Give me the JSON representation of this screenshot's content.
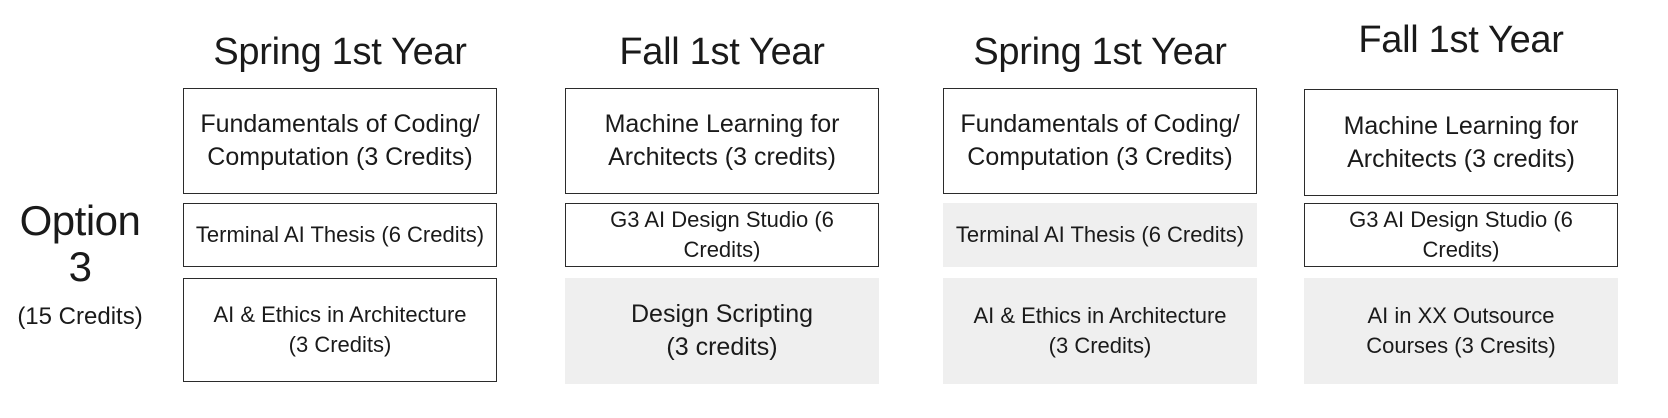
{
  "option": {
    "title": "Option 3",
    "credits": "(15 Credits)"
  },
  "columns": [
    {
      "title": "Spring 1st Year",
      "courses": [
        {
          "label": "Fundamentals of Coding/\nComputation (3 Credits)",
          "style": "boxed"
        },
        {
          "label": "Terminal AI Thesis (6 Credits)",
          "style": "boxed"
        },
        {
          "label": "AI & Ethics in Architecture\n(3 Credits)",
          "style": "boxed"
        }
      ]
    },
    {
      "title": "Fall 1st Year",
      "courses": [
        {
          "label": "Machine Learning for\nArchitects (3 credits)",
          "style": "boxed"
        },
        {
          "label": "G3 AI Design Studio (6 Credits)",
          "style": "boxed"
        },
        {
          "label": "Design Scripting\n(3 credits)",
          "style": "shaded"
        }
      ]
    },
    {
      "title": "Spring 1st Year",
      "courses": [
        {
          "label": "Fundamentals of Coding/\nComputation (3 Credits)",
          "style": "boxed"
        },
        {
          "label": "Terminal AI Thesis (6 Credits)",
          "style": "shaded"
        },
        {
          "label": "AI & Ethics in Architecture\n(3 Credits)",
          "style": "shaded"
        }
      ]
    },
    {
      "title": "Fall 1st Year",
      "courses": [
        {
          "label": "Machine Learning for\nArchitects (3 credits)",
          "style": "boxed"
        },
        {
          "label": "G3 AI Design Studio (6 Credits)",
          "style": "boxed"
        },
        {
          "label": "AI in XX Outsource\nCourses (3 Cresits)",
          "style": "shaded"
        }
      ]
    }
  ],
  "colors": {
    "border": "#2b2b2b",
    "shaded_fill": "#efefef",
    "text": "#1a1a1a"
  }
}
